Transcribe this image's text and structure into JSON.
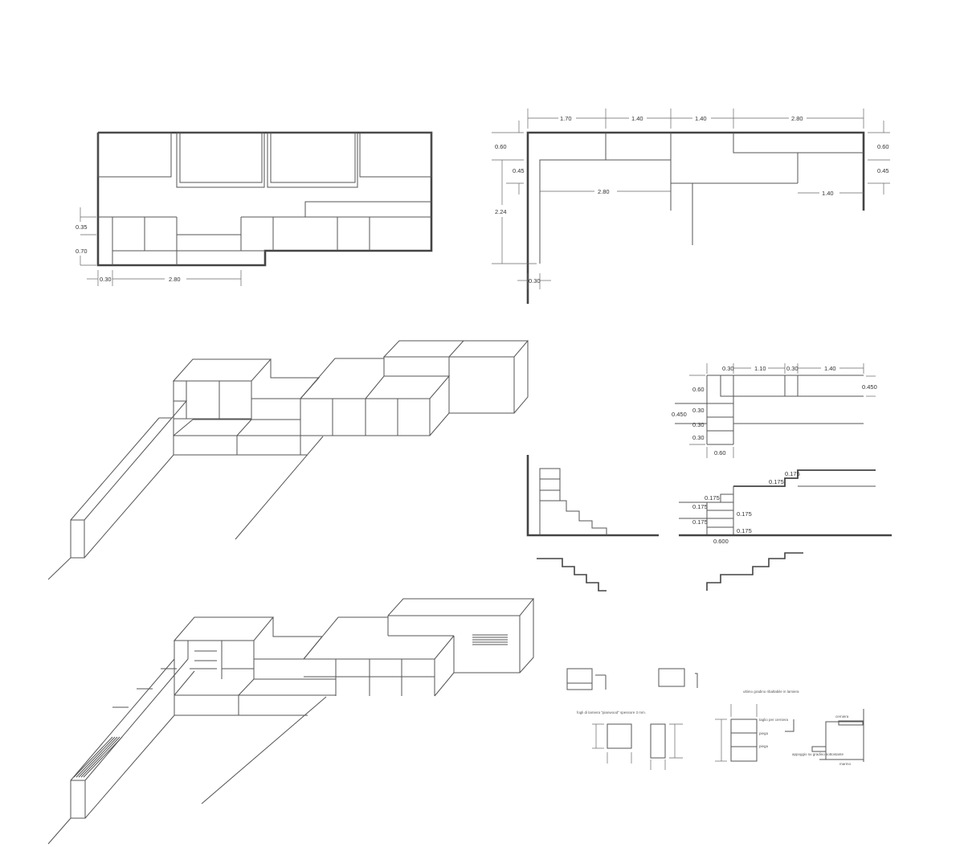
{
  "plan_a": {
    "dims": [
      "0.35",
      "0.70",
      "0.30",
      "2.80"
    ]
  },
  "plan_b": {
    "dims_top": [
      "1.70",
      "1.40",
      "1.40",
      "2.80"
    ],
    "dims_left": [
      "0.60",
      "0.45",
      "2.24",
      "0.30"
    ],
    "dims_inner": [
      "2.80",
      "1.40"
    ],
    "dims_right": [
      "0.60",
      "0.45"
    ]
  },
  "detail_plan": {
    "top": [
      "0.30",
      "1.10",
      "0.30",
      "1.40"
    ],
    "right": "0.450",
    "left": [
      "0.60",
      "0.450",
      "0.30",
      "0.30",
      "0.30"
    ],
    "bottom": "0.60"
  },
  "stair_section": {
    "risers": [
      "0.175",
      "0.175",
      "0.175",
      "0.175",
      "0.175",
      "0.175",
      "0.175"
    ],
    "tread": "0.600"
  },
  "notes": {
    "sheets": "fogli di lamiera \"pianwood\" spessore 3 mm.",
    "last_step": "ultimo gradino ribaltabile in lamiera",
    "hinge_cut": "taglio per cerniera",
    "fold1": "piega",
    "fold2": "piega",
    "hinge": "cerniera",
    "support": "appoggio su gradino sottostante",
    "marble": "marmo"
  }
}
